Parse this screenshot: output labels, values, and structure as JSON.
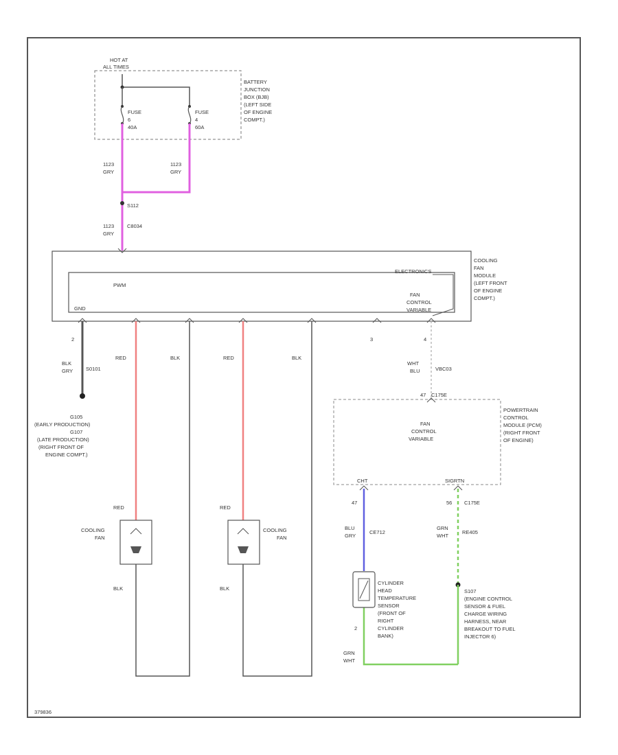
{
  "diagram": {
    "hot_at": [
      "HOT AT",
      "ALL TIMES"
    ],
    "bjb_label": [
      "BATTERY",
      "JUNCTION",
      "BOX (BJB)",
      "(LEFT SIDE",
      "OF ENGINE",
      "COMPT.)"
    ],
    "fuse_left": [
      "FUSE",
      "6",
      "40A"
    ],
    "fuse_right": [
      "FUSE",
      "4",
      "60A"
    ],
    "wire_left_top": [
      "1123",
      "GRY"
    ],
    "wire_right_top": [
      "1123",
      "GRY"
    ],
    "splice_top": "S112",
    "wire_mid": [
      "1123",
      "GRY"
    ],
    "connector_top": "C8034",
    "module_label": [
      "COOLING",
      "FAN",
      "MODULE",
      "(LEFT FRONT",
      "OF ENGINE",
      "COMPT.)"
    ],
    "pwm_label": "PWM",
    "electronics_label": "ELECTRONICS",
    "fan_control_label": [
      "FAN",
      "CONTROL",
      "VARIABLE"
    ],
    "gnd_label": "GND",
    "pin_2": "2",
    "pin_3": "3",
    "pin_4": "4",
    "wire_gnd": [
      "BLK",
      "GRY"
    ],
    "splice_gnd": "S0101",
    "ground_label": [
      "G105",
      "(EARLY PRODUCTION)",
      "G107",
      "(LATE PRODUCTION)",
      "(RIGHT FRONT OF",
      "ENGINE COMPT.)"
    ],
    "wire_red": "RED",
    "wire_blk": "BLK",
    "wire_fan_ctrl": [
      "WHT",
      "BLU"
    ],
    "wire_fan_ctrl_circ": "VBC03",
    "pcm_connector": "C175E",
    "pcm_pin": "47",
    "pcm_label": [
      "POWERTRAIN",
      "CONTROL",
      "MODULE (PCM)",
      "(RIGHT FRONT",
      "OF ENGINE)"
    ],
    "pcm_inner": [
      "FAN",
      "CONTROL",
      "VARIABLE"
    ],
    "pcm_chl": "CHT",
    "pcm_sigrtn": "SIGRTN",
    "pin_47": "47",
    "pin_56": "56",
    "c175e": "C175E",
    "wire_cht": [
      "BLU",
      "GRY"
    ],
    "wire_cht_circ": "CE712",
    "wire_sigrtn": [
      "GRN",
      "WHT"
    ],
    "wire_sigrtn_circ": "RE405",
    "fan_red": "RED",
    "fan_label": [
      "COOLING",
      "FAN"
    ],
    "fan_blk": "BLK",
    "sensor_label": [
      "CYLINDER",
      "HEAD",
      "TEMPERATURE",
      "SENSOR",
      "(FRONT OF",
      "RIGHT",
      "CYLINDER",
      "BANK)"
    ],
    "sensor_pin": "2",
    "sensor_wire": [
      "GRN",
      "WHT"
    ],
    "splice_s107": [
      "S107",
      "(ENGINE CONTROL",
      "SENSOR & FUEL",
      "CHARGE WIRING",
      "HARNESS, NEAR",
      "BREAKOUT TO FUEL",
      "INJECTOR 6)"
    ],
    "footer_id": "379836",
    "colors": {
      "pink": "#e060e0",
      "red": "#f08080",
      "blue": "#6060e0",
      "green": "#80d060",
      "line": "#555555"
    }
  }
}
